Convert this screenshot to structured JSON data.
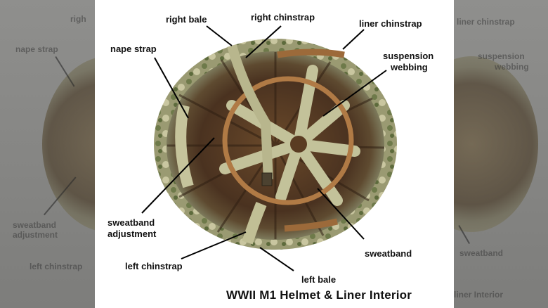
{
  "title": "WWII M1 Helmet & Liner Interior",
  "labels": {
    "right_bale": "right bale",
    "right_chinstrap": "right chinstrap",
    "liner_chinstrap": "liner chinstrap",
    "nape_strap": "nape strap",
    "suspension_webbing_1": "suspension",
    "suspension_webbing_2": "webbing",
    "sweatband_adjustment_1": "sweatband",
    "sweatband_adjustment_2": "adjustment",
    "sweatband": "sweatband",
    "left_chinstrap": "left chinstrap",
    "left_bale": "left bale"
  },
  "ghost_left": {
    "t1": "righ",
    "t2": "nape strap",
    "t3": "sweatband",
    "t4": "adjustment",
    "t5": "left chinstrap"
  },
  "ghost_right": {
    "t1": "liner chinstrap",
    "t2": "suspension",
    "t3": "webbing",
    "t4": "sweatband",
    "t5": "liner Interior"
  }
}
